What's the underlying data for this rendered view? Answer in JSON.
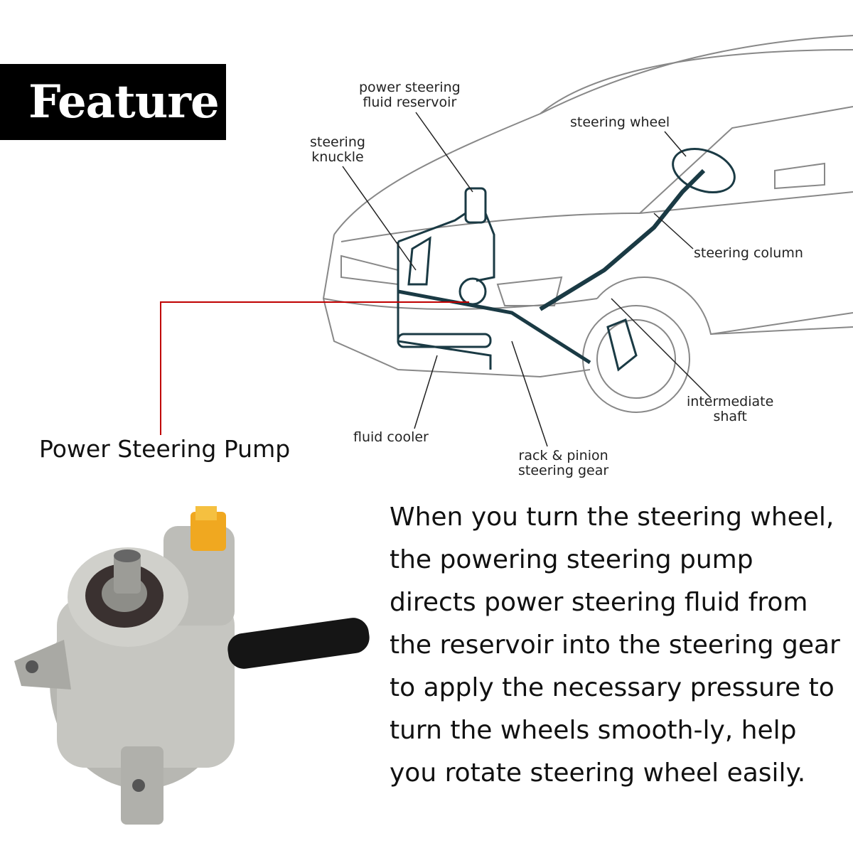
{
  "title": "Feature",
  "diagram": {
    "labels": {
      "reservoir": "power steering\nfluid reservoir",
      "knuckle": "steering\nknuckle",
      "wheel": "steering wheel",
      "column": "steering column",
      "shaft": "intermediate\nshaft",
      "cooler": "fluid cooler",
      "rack": "rack & pinion\nsteering gear"
    },
    "callout": "Power Steering Pump",
    "callout_color": "#c00000"
  },
  "description": "When you turn the steering wheel, the powering steering pump directs power steering fluid from the reservoir into the steering gear to apply the necessary pressure to turn the wheels smooth-ly, help you rotate steering wheel easily."
}
